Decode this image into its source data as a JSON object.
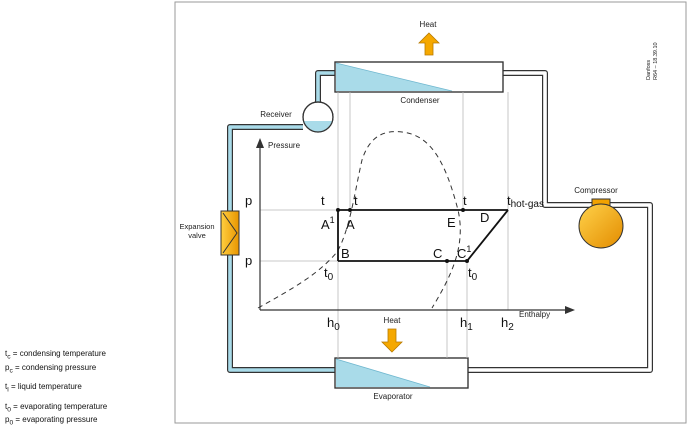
{
  "labels": {
    "heat_top": "Heat",
    "heat_bottom": "Heat",
    "condenser": "Condenser",
    "evaporator": "Evaporator",
    "receiver": "Receiver",
    "compressor": "Compressor",
    "expansion_valve_line1": "Expansion",
    "expansion_valve_line2": "valve",
    "brand_line1": "Danfoss",
    "brand_line2": "R64 – 18.39.10"
  },
  "axes": {
    "y_label": "Pressure",
    "x_label": "Enthalpy"
  },
  "pressure_levels": {
    "condensing": "p",
    "evaporating": "p"
  },
  "enthalpy_marks": {
    "h0": "h",
    "h0_sub": "0",
    "h1": "h",
    "h1_sub": "1",
    "h2": "h",
    "h2_sub": "2"
  },
  "temperature_marks": {
    "t_a1": "t",
    "t_a": "t",
    "t_e": "t",
    "t_hot": "t",
    "t_hot_sub": "hot-gas",
    "t0_left": "t",
    "t0_left_sub": "0",
    "t0_right": "t",
    "t0_right_sub": "0"
  },
  "points": {
    "A1": "A",
    "A1_sup": "1",
    "A": "A",
    "E": "E",
    "D": "D",
    "B": "B",
    "C": "C",
    "C1": "C",
    "C1_sup": "1"
  },
  "legend": {
    "tc": "t",
    "tc_sub": "c",
    "tc_text": "= condensing temperature",
    "pc": "p",
    "pc_sub": "c",
    "pc_text": "= condensing pressure",
    "tl": "t",
    "tl_sub": "l",
    "tl_text": "= liquid temperature",
    "t0": "t",
    "t0_sub": "0",
    "t0_text": "= evaporating temperature",
    "p0": "p",
    "p0_sub": "0",
    "p0_text": "= evaporating pressure"
  },
  "colors": {
    "pipe_fill": "#e6f3f8",
    "liquid": "#a9dbe9",
    "liquid_dark": "#4aa6c6",
    "arrow": "#f5a800",
    "component": "#f2a200",
    "line": "#333333"
  }
}
